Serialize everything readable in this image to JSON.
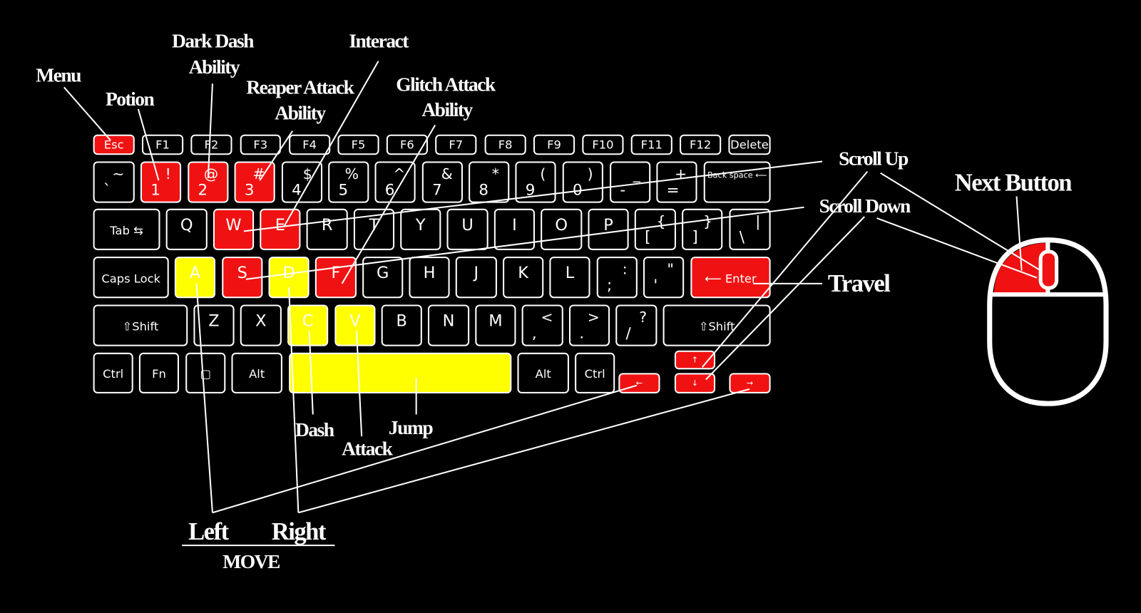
{
  "colors": {
    "red": "#f01212",
    "yellow": "#ffff00",
    "key_outline": "#ffffff",
    "background": "#000000"
  },
  "keyboard": {
    "rows": [
      [
        {
          "main": "Esc",
          "hl": "red"
        },
        {
          "main": "F1"
        },
        {
          "main": "F2"
        },
        {
          "main": "F3"
        },
        {
          "main": "F4"
        },
        {
          "main": "F5"
        },
        {
          "main": "F6"
        },
        {
          "main": "F7"
        },
        {
          "main": "F8"
        },
        {
          "main": "F9"
        },
        {
          "main": "F10"
        },
        {
          "main": "F11"
        },
        {
          "main": "F12"
        },
        {
          "main": "Delete"
        }
      ],
      [
        {
          "main": "`",
          "shift": "~"
        },
        {
          "main": "1",
          "shift": "!",
          "hl": "red"
        },
        {
          "main": "2",
          "shift": "@",
          "hl": "red"
        },
        {
          "main": "3",
          "shift": "#",
          "hl": "red"
        },
        {
          "main": "4",
          "shift": "$"
        },
        {
          "main": "5",
          "shift": "%"
        },
        {
          "main": "6",
          "shift": "^"
        },
        {
          "main": "7",
          "shift": "&"
        },
        {
          "main": "8",
          "shift": "*"
        },
        {
          "main": "9",
          "shift": "("
        },
        {
          "main": "0",
          "shift": ")"
        },
        {
          "main": "-",
          "shift": "_"
        },
        {
          "main": "=",
          "shift": "+"
        },
        {
          "main": "Back space ⟵"
        }
      ],
      [
        {
          "main": "Tab ⇆"
        },
        {
          "main": "Q"
        },
        {
          "main": "W",
          "hl": "red"
        },
        {
          "main": "E",
          "hl": "red"
        },
        {
          "main": "R"
        },
        {
          "main": "T"
        },
        {
          "main": "Y"
        },
        {
          "main": "U"
        },
        {
          "main": "I"
        },
        {
          "main": "O"
        },
        {
          "main": "P"
        },
        {
          "main": "[",
          "shift": "{"
        },
        {
          "main": "]",
          "shift": "}"
        },
        {
          "main": "\\",
          "shift": "|"
        }
      ],
      [
        {
          "main": "Caps Lock"
        },
        {
          "main": "A",
          "hl": "yellow"
        },
        {
          "main": "S",
          "hl": "red"
        },
        {
          "main": "D",
          "hl": "yellow"
        },
        {
          "main": "F",
          "hl": "red"
        },
        {
          "main": "G"
        },
        {
          "main": "H"
        },
        {
          "main": "J"
        },
        {
          "main": "K"
        },
        {
          "main": "L"
        },
        {
          "main": ";",
          "shift": ":"
        },
        {
          "main": "'",
          "shift": "\""
        },
        {
          "main": "⟵ Enter",
          "hl": "red"
        }
      ],
      [
        {
          "main": "⇧Shift"
        },
        {
          "main": "Z"
        },
        {
          "main": "X"
        },
        {
          "main": "C",
          "hl": "yellow"
        },
        {
          "main": "V",
          "hl": "yellow"
        },
        {
          "main": "B"
        },
        {
          "main": "N"
        },
        {
          "main": "M"
        },
        {
          "main": ",",
          "shift": "<"
        },
        {
          "main": ".",
          "shift": ">"
        },
        {
          "main": "/",
          "shift": "?"
        },
        {
          "main": "⇧Shift"
        }
      ],
      [
        {
          "main": "Ctrl"
        },
        {
          "main": "Fn"
        },
        {
          "main": "▢"
        },
        {
          "main": "Alt"
        },
        {
          "main": "",
          "hl": "yellow"
        },
        {
          "main": "Alt"
        },
        {
          "main": "Ctrl"
        },
        {
          "main": "↑",
          "hl": "red"
        },
        {
          "main": "←",
          "hl": "red"
        },
        {
          "main": "↓",
          "hl": "red"
        },
        {
          "main": "→",
          "hl": "red"
        }
      ]
    ]
  },
  "labels": {
    "menu": "Menu",
    "potion": "Potion",
    "dark_dash_1": "Dark Dash",
    "dark_dash_2": "Ability",
    "reaper_1": "Reaper Attack",
    "reaper_2": "Ability",
    "interact": "Interact",
    "glitch_1": "Glitch Attack",
    "glitch_2": "Ability",
    "scroll_up": "Scroll Up",
    "scroll_down": "Scroll Down",
    "next_button": "Next Button",
    "travel": "Travel",
    "dash": "Dash",
    "jump": "Jump",
    "attack": "Attack",
    "left": "Left",
    "right": "Right",
    "move": "MOVE"
  }
}
